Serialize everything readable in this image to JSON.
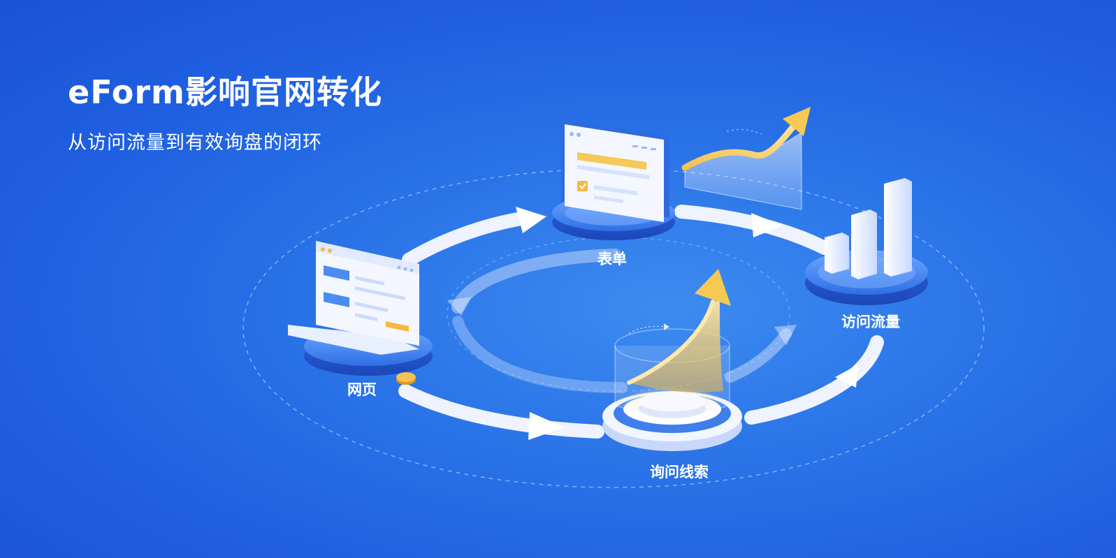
{
  "header": {
    "title": "eForm影响官网转化",
    "subtitle": "从访问流量到有效询盘的闭环"
  },
  "nodes": {
    "web": "网页",
    "form": "表单",
    "traffic": "访问流量",
    "leads": "询问线索"
  },
  "colors": {
    "background": "#2a74e8",
    "accent_gold": "#f5b942",
    "panel_white": "#f4f7ff",
    "arrow_white": "#eef3ff"
  }
}
